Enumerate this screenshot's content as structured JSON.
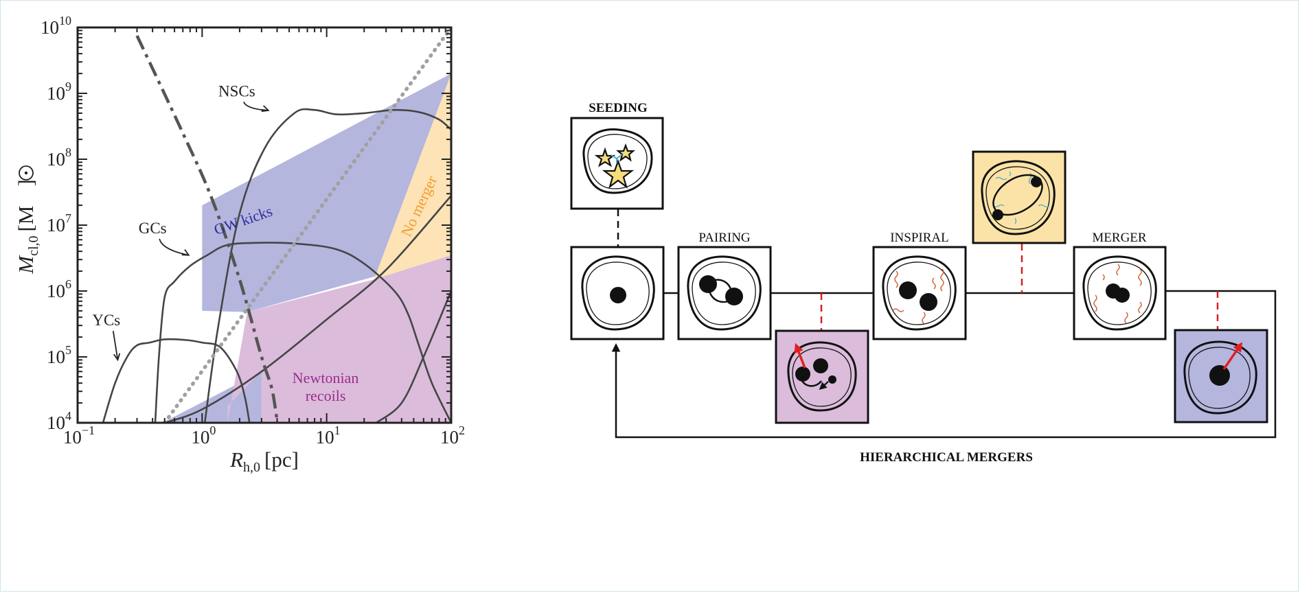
{
  "chart_data": {
    "type": "area",
    "xscale": "log",
    "yscale": "log",
    "xlim": [
      0.1,
      100
    ],
    "ylim": [
      10000,
      10000000000
    ],
    "xlabel": {
      "main": "R",
      "sub": "h,0",
      "unit": "[pc]"
    },
    "ylabel": {
      "main": "M",
      "sub": "cl,0",
      "unit": "[M",
      "unit_close": "]"
    },
    "x_ticks": [
      {
        "value": 0.1,
        "base": "10",
        "exp": "−1"
      },
      {
        "value": 1,
        "base": "10",
        "exp": "0"
      },
      {
        "value": 10,
        "base": "10",
        "exp": "1"
      },
      {
        "value": 100,
        "base": "10",
        "exp": "2"
      }
    ],
    "y_ticks": [
      {
        "value": 10000,
        "base": "10",
        "exp": "4"
      },
      {
        "value": 100000,
        "base": "10",
        "exp": "5"
      },
      {
        "value": 1000000,
        "base": "10",
        "exp": "6"
      },
      {
        "value": 10000000,
        "base": "10",
        "exp": "7"
      },
      {
        "value": 100000000,
        "base": "10",
        "exp": "8"
      },
      {
        "value": 1000000000,
        "base": "10",
        "exp": "9"
      },
      {
        "value": 10000000000,
        "base": "10",
        "exp": "10"
      }
    ],
    "regions": [
      {
        "label_lines": [
          "GW kicks"
        ],
        "color": "#b4b6de",
        "label_color": "#2d2d9b",
        "label_at": [
          2.2,
          10000000
        ],
        "label_rotation": -19,
        "polygon": [
          [
            1.0,
            20000000
          ],
          [
            100,
            2000000000
          ],
          [
            100,
            3500000
          ],
          [
            2.3,
            480000
          ],
          [
            1.0,
            500000
          ]
        ]
      },
      {
        "label_lines": [
          "GW kicks"
        ],
        "color": "#b4b6de",
        "polygon": [
          [
            0.48,
            10000
          ],
          [
            3.0,
            60000
          ],
          [
            3.0,
            10000
          ]
        ]
      },
      {
        "label_lines": [
          "No merger"
        ],
        "color": "#fde3b6",
        "label_color": "#f39b2b",
        "label_at": [
          60,
          18000000
        ],
        "label_rotation": -65,
        "polygon": [
          [
            100,
            2000000000
          ],
          [
            100,
            3500000
          ],
          [
            24,
            1500000
          ]
        ]
      },
      {
        "label_lines": [
          "Newtonian",
          "recoils"
        ],
        "color": "#dbbcdb",
        "label_color": "#9b2b8f",
        "label_at": [
          9.8,
          40000
        ],
        "polygon": [
          [
            2.3,
            480000
          ],
          [
            24,
            1500000
          ],
          [
            100,
            3500000
          ],
          [
            100,
            10000
          ],
          [
            3.0,
            10000
          ],
          [
            3.0,
            60000
          ],
          [
            1.6,
            18000
          ],
          [
            1.6,
            10000
          ]
        ]
      }
    ],
    "series": [
      {
        "name": "NSCs",
        "style": "solid",
        "color": "#454545",
        "x": [
          1.05,
          1.35,
          2.0,
          3.2,
          5.5,
          8.0,
          12,
          20,
          35,
          55,
          80,
          100
        ],
        "y": [
          10000,
          300000,
          15000000,
          150000000,
          500000000,
          560000000,
          480000000,
          500000000,
          560000000,
          520000000,
          400000000,
          280000000
        ]
      },
      {
        "name": "GCs",
        "style": "solid",
        "color": "#454545",
        "x": [
          0.42,
          0.45,
          0.5,
          0.6,
          0.8,
          1.1,
          1.6,
          3.0,
          6.0,
          12,
          20,
          35,
          45,
          55,
          70,
          100
        ],
        "y": [
          10000,
          100000,
          800000,
          1400000,
          2400000,
          3500000,
          5000000,
          5400000,
          5200000,
          4300000,
          2600000,
          1000000,
          450000,
          150000,
          40000,
          10000
        ]
      },
      {
        "name": "GCs",
        "style": "solid",
        "color": "#454545",
        "x": [
          25,
          40,
          60,
          100
        ],
        "y": [
          10000,
          20000,
          100000,
          1000000
        ]
      },
      {
        "name": "YCs",
        "style": "solid",
        "color": "#454545",
        "x": [
          0.16,
          0.2,
          0.25,
          0.3,
          0.38,
          0.5,
          0.75,
          1.0,
          1.4,
          1.9,
          2.2,
          2.4
        ],
        "y": [
          10000,
          40000,
          100000,
          150000,
          165000,
          185000,
          180000,
          165000,
          140000,
          60000,
          25000,
          10000
        ]
      },
      {
        "name": "",
        "style": "solid",
        "color": "#454545",
        "x": [
          0.5,
          1.0,
          3.0,
          10,
          30,
          100
        ],
        "y": [
          10000,
          16000,
          60000,
          370000,
          2100000,
          28000000
        ]
      },
      {
        "name": "",
        "style": "dashdot",
        "color": "#555555",
        "x": [
          0.3,
          0.7,
          1.2,
          2.0,
          3.0,
          3.6,
          3.9,
          4.0
        ],
        "y": [
          7500000000,
          250000000,
          25000000,
          1500000,
          100000,
          35000,
          15000,
          10000
        ]
      },
      {
        "name": "",
        "style": "dotted",
        "color": "#a0a0a0",
        "x": [
          0.5,
          100
        ],
        "y": [
          10000,
          10000000000
        ]
      }
    ],
    "annotations": [
      {
        "text": "NSCs",
        "at": [
          1.9,
          900000000
        ],
        "arrow_to": [
          3.4,
          550000000
        ]
      },
      {
        "text": "GCs",
        "at": [
          0.4,
          7500000
        ],
        "arrow_to": [
          0.78,
          3500000
        ]
      },
      {
        "text": "YCs",
        "at": [
          0.17,
          300000
        ],
        "arrow_to": [
          0.21,
          90000
        ]
      }
    ]
  },
  "diagram": {
    "stages": [
      {
        "id": "seeding",
        "label": "SEEDING",
        "bold": true
      },
      {
        "id": "pairing",
        "label": "PAIRING",
        "bold": false
      },
      {
        "id": "inspiral",
        "label": "INSPIRAL",
        "bold": false
      },
      {
        "id": "merger",
        "label": "MERGER",
        "bold": false
      }
    ],
    "loop_label": "HIERARCHICAL MERGERS",
    "colors": {
      "newtonian_box": "#dbbcdb",
      "gw_emission_box": "#fbe3a8",
      "kick_box": "#b4b6de",
      "star_fill": "#f6dc7d",
      "kick_arrow": "#e02020",
      "dashed_link": "#d62020",
      "wave_red": "#d26a3a",
      "wave_cyan": "#44aec8"
    }
  }
}
